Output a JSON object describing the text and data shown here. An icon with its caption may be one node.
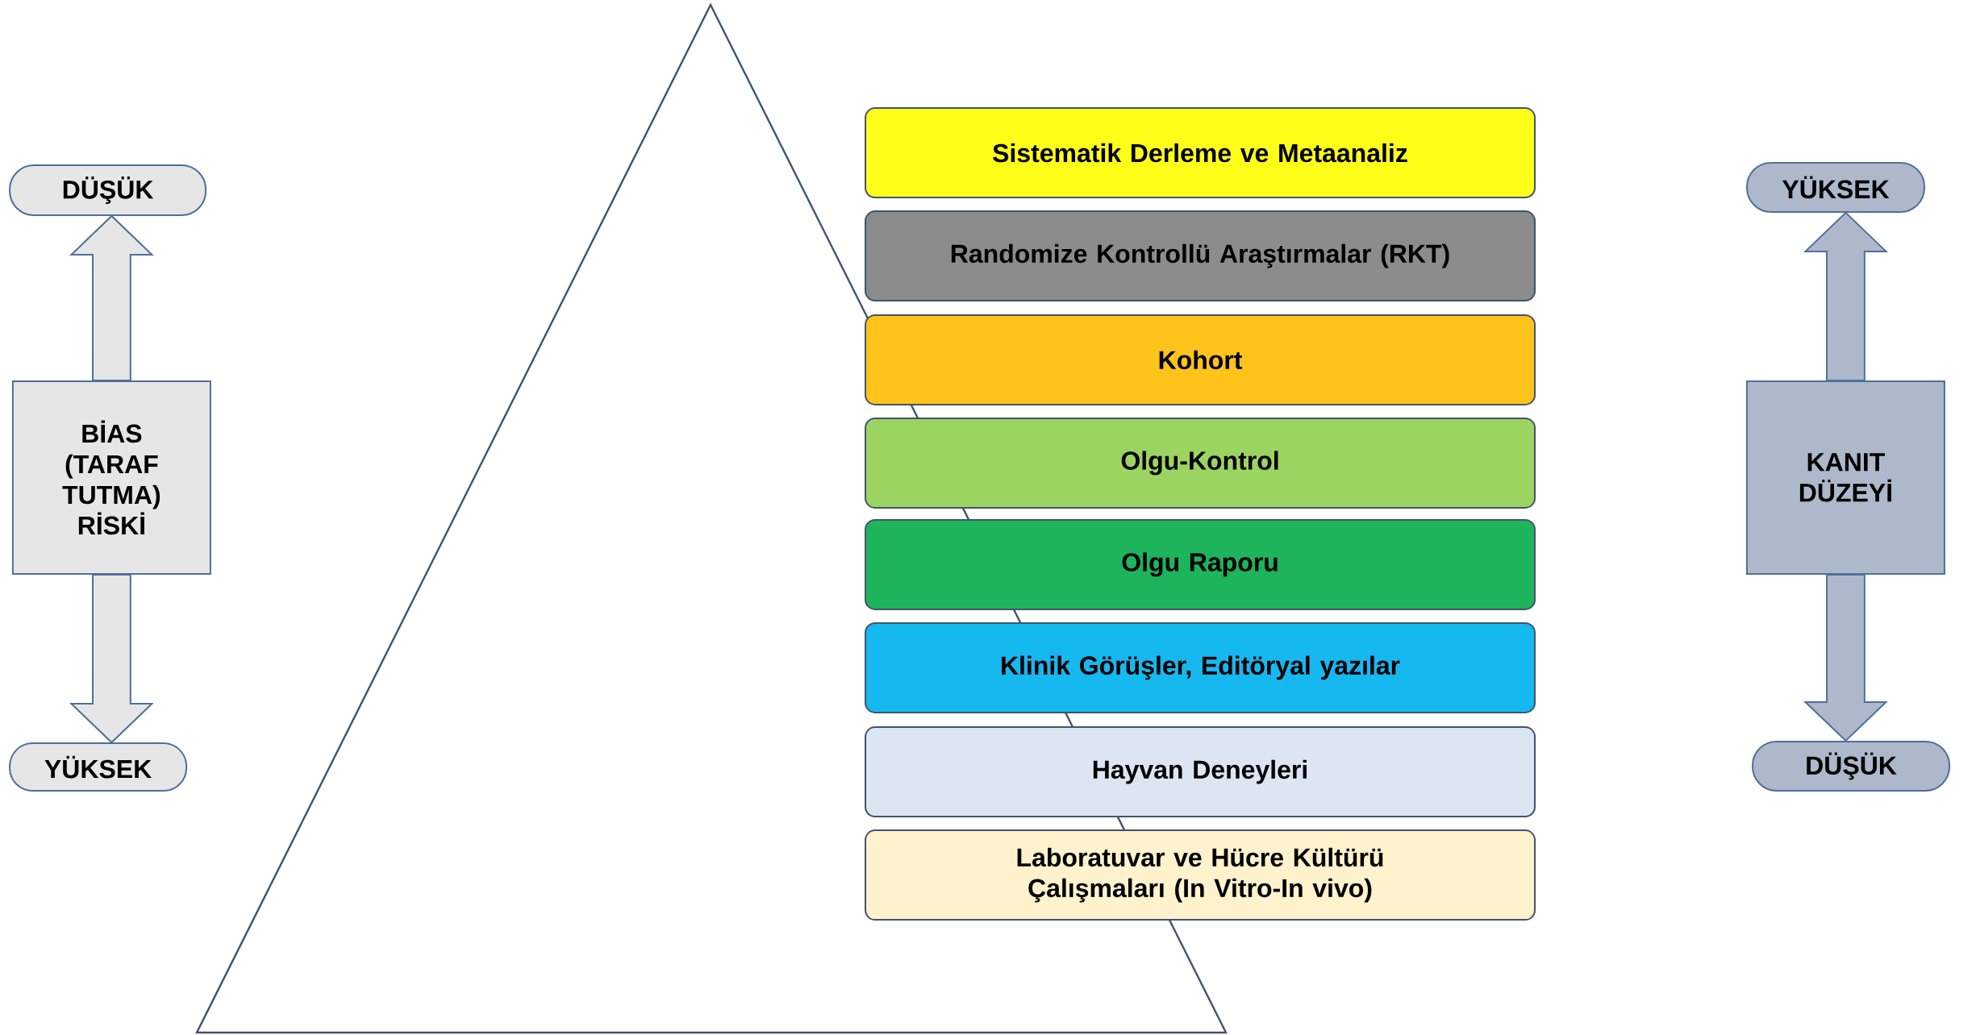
{
  "diagram": {
    "nodes": [
      {
        "text": [
          "DÜŞÜK"
        ]
      },
      {
        "text": [
          "BİAS (TARAF TUTMA) RİSKİ"
        ]
      },
      {
        "text": [
          "YÜKSEK"
        ]
      },
      {
        "text": [
          "Sistematik Derleme ve Metaanaliz"
        ]
      },
      {
        "text": [
          "Randomize Kontrollü Araştırmalar (RKT)"
        ]
      },
      {
        "text": [
          "Kohort"
        ]
      },
      {
        "text": [
          "Olgu-Kontrol"
        ]
      },
      {
        "text": [
          "Olgu Raporu"
        ]
      },
      {
        "text": [
          "Klinik Görüşler, Editöryal yazılar"
        ]
      },
      {
        "text": [
          "Hayvan Deneyleri"
        ]
      },
      {
        "text": [
          "Laboratuvar ve Hücre Kültürü Çalışmaları (In Vitro-In vivo)"
        ]
      },
      {
        "text": [
          "YÜKSEK"
        ]
      },
      {
        "text": [
          "KANIT DÜZEYİ"
        ]
      },
      {
        "text": [
          "DÜŞÜK"
        ]
      }
    ],
    "edges": [
      {
        "from": 1,
        "to": 0,
        "arrow": "to"
      },
      {
        "from": 1,
        "to": 2,
        "arrow": "to"
      },
      {
        "from": 12,
        "to": 11,
        "arrow": "to"
      },
      {
        "from": 12,
        "to": 13,
        "arrow": "to"
      }
    ]
  }
}
